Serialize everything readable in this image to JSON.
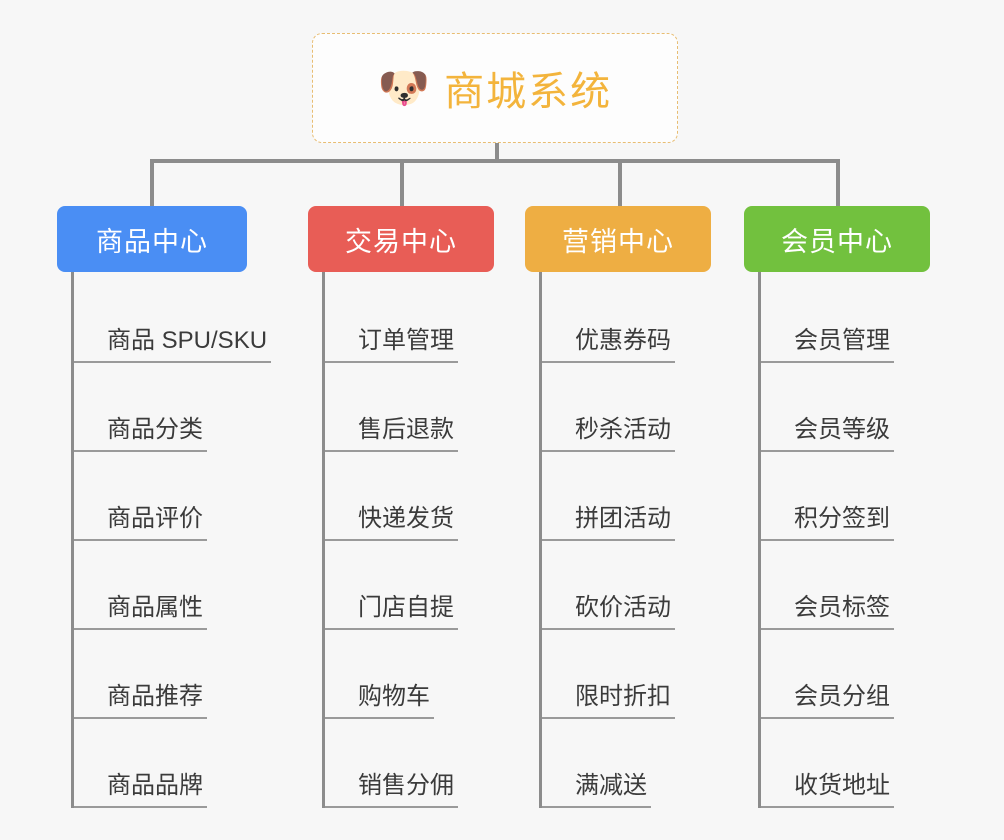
{
  "root": {
    "icon": "shiba-dog-face-emoji",
    "icon_glyph": "🐶",
    "title": "商城系统",
    "title_color": "#f3b43c",
    "border_color": "#e8bd72"
  },
  "connector_color": "#8c8c8c",
  "background_color": "#f7f7f7",
  "branches": [
    {
      "id": "product-center",
      "label": "商品中心",
      "color": "#4a8ef4",
      "items": [
        "商品 SPU/SKU",
        "商品分类",
        "商品评价",
        "商品属性",
        "商品推荐",
        "商品品牌"
      ]
    },
    {
      "id": "trade-center",
      "label": "交易中心",
      "color": "#e85d56",
      "items": [
        "订单管理",
        "售后退款",
        "快递发货",
        "门店自提",
        "购物车",
        "销售分佣"
      ]
    },
    {
      "id": "marketing-center",
      "label": "营销中心",
      "color": "#eeae43",
      "items": [
        "优惠券码",
        "秒杀活动",
        "拼团活动",
        "砍价活动",
        "限时折扣",
        "满减送"
      ]
    },
    {
      "id": "member-center",
      "label": "会员中心",
      "color": "#72c13e",
      "items": [
        "会员管理",
        "会员等级",
        "积分签到",
        "会员标签",
        "会员分组",
        "收货地址"
      ]
    }
  ]
}
